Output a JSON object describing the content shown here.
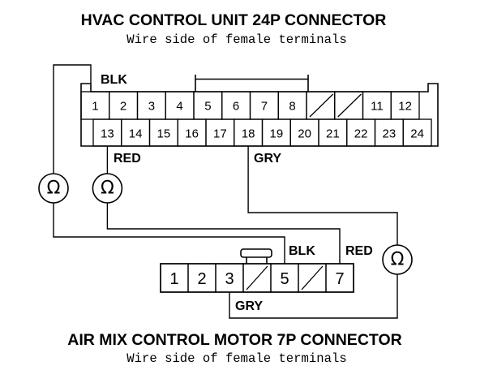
{
  "colors": {
    "ink": "#000000",
    "background": "#ffffff"
  },
  "top_connector": {
    "title": "HVAC CONTROL UNIT 24P CONNECTOR",
    "subtitle": "Wire side of female terminals",
    "row1_terminals": [
      "1",
      "2",
      "3",
      "4",
      "5",
      "6",
      "7",
      "8",
      null,
      null,
      "11",
      "12"
    ],
    "row2_terminals": [
      "13",
      "14",
      "15",
      "16",
      "17",
      "18",
      "19",
      "20",
      "21",
      "22",
      "23",
      "24"
    ]
  },
  "bottom_connector": {
    "title": "AIR MIX CONTROL MOTOR 7P CONNECTOR",
    "subtitle": "Wire side of female terminals",
    "terminals": [
      "1",
      "2",
      "3",
      null,
      "5",
      null,
      "7"
    ]
  },
  "wires": [
    {
      "label": "BLK"
    },
    {
      "label": "RED"
    },
    {
      "label": "GRY"
    }
  ],
  "meters": [
    {
      "symbol": "Ω",
      "icon": "ohmmeter-icon"
    },
    {
      "symbol": "Ω",
      "icon": "ohmmeter-icon"
    },
    {
      "symbol": "Ω",
      "icon": "ohmmeter-icon"
    }
  ]
}
